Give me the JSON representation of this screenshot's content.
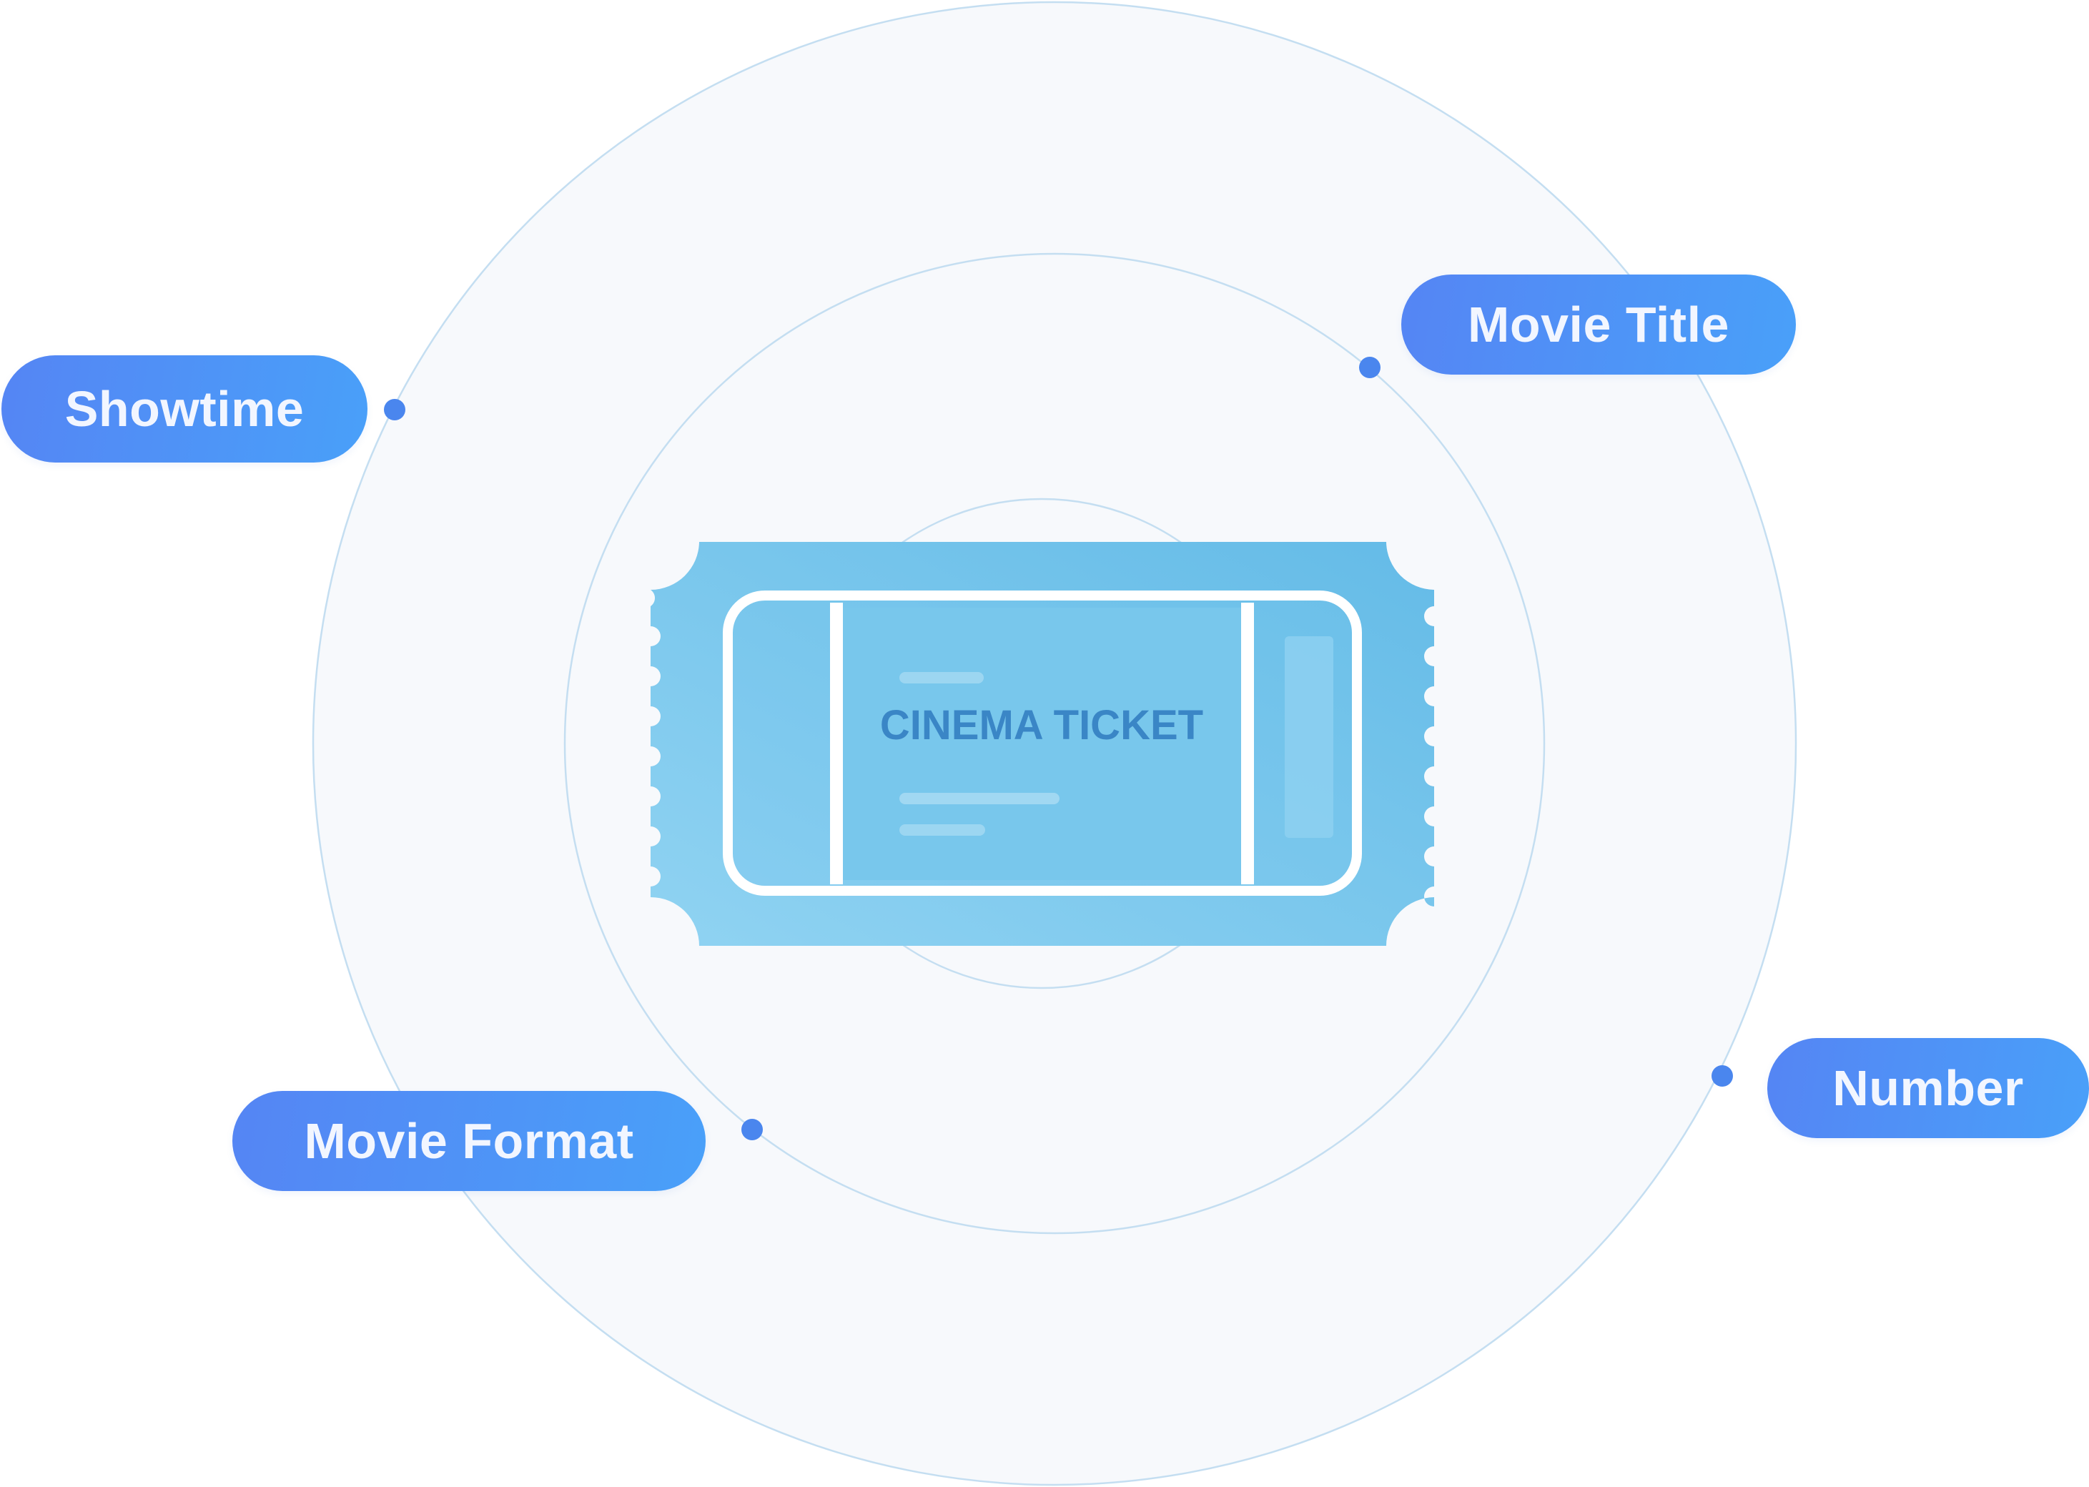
{
  "labels": {
    "showtime": "Showtime",
    "movie_title": "Movie Title",
    "movie_format": "Movie Format",
    "number": "Number"
  },
  "ticket": {
    "text": "CINEMA TICKET"
  },
  "icons": {
    "center": "cinema-ticket-icon"
  },
  "colors": {
    "pill_start": "#5585f4",
    "pill_end": "#49a0f9",
    "dot": "#4a86ee",
    "ring_fill": "#f7f9fc",
    "ring_stroke": "#bfdcf0",
    "ticket_light": "#8fd2f1",
    "ticket_dark": "#68bde8",
    "ticket_text": "#3a86c6"
  }
}
